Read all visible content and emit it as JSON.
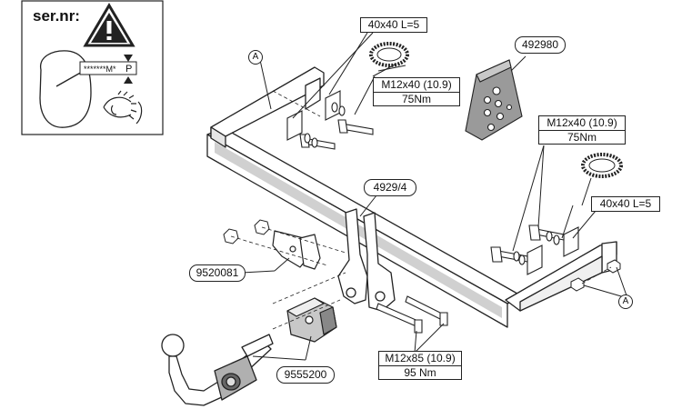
{
  "info_panel": {
    "title": "ser.nr:",
    "serial_text": "*******M*",
    "serial_suffix": "P"
  },
  "callouts": {
    "spacer_top": "40x40 L=5",
    "bolt_top_line1": "M12x40 (10.9)",
    "bolt_top_line2": "75Nm",
    "part_plate": "492980",
    "bolt_right_line1": "M12x40 (10.9)",
    "bolt_right_line2": "75Nm",
    "spacer_right": "40x40 L=5",
    "part_bracket": "4929/4",
    "part_left_bracket": "9520081",
    "part_coupling": "9555200",
    "bolt_bottom_line1": "M12x85 (10.9)",
    "bolt_bottom_line2": "95 Nm",
    "marker_a": "A",
    "marker_a2": "A"
  },
  "colors": {
    "line": "#222222",
    "fill": "#ffffff",
    "shade": "#cccccc",
    "dark": "#555555"
  }
}
